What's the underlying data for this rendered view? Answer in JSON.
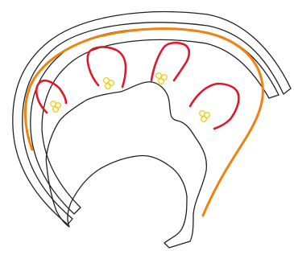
{
  "diagram": {
    "colors": {
      "background": "#ffffff",
      "outline": "#222222",
      "guide": "#f0820f",
      "loop": "#e0182a",
      "cluster": "#f2cf1d"
    },
    "loops": [
      {
        "id": "loop-1",
        "clusters": 1
      },
      {
        "id": "loop-2",
        "clusters": 1
      },
      {
        "id": "loop-3",
        "clusters": 1
      },
      {
        "id": "loop-4",
        "clusters": 1
      }
    ]
  }
}
